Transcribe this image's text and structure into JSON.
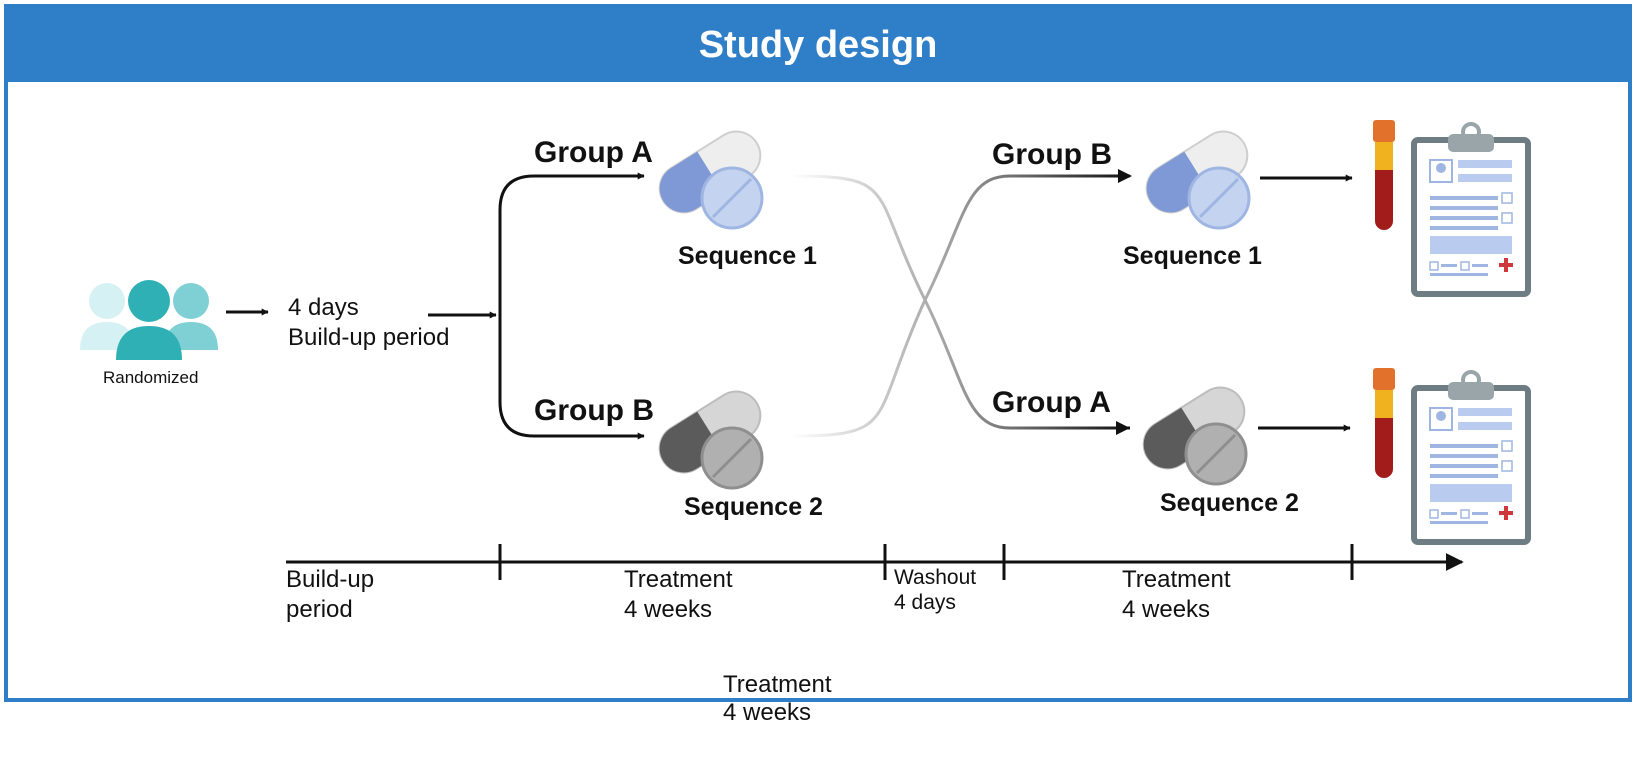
{
  "title": "Study design",
  "participants": {
    "label": "Randomized"
  },
  "buildup": {
    "line1": "4 days",
    "line2": "Build-up period"
  },
  "arms": {
    "top_first": {
      "group": "Group A",
      "sequence": "Sequence 1"
    },
    "bottom_first": {
      "group": "Group B",
      "sequence": "Sequence 2"
    },
    "top_second": {
      "group": "Group B",
      "sequence": "Sequence 1"
    },
    "bottom_second": {
      "group": "Group A",
      "sequence": "Sequence 2"
    }
  },
  "timeline": [
    {
      "line1": "Build-up",
      "line2": "period"
    },
    {
      "line1": "Treatment",
      "line2": "4 weeks"
    },
    {
      "line1": "Washout",
      "line2": "4 days"
    },
    {
      "line1": "Treatment",
      "line2": "4 weeks"
    }
  ],
  "below": {
    "line1": "Treatment",
    "line2": "4 weeks"
  },
  "colors": {
    "header": "#2f7ec8",
    "pill_blue": "#7f98d6",
    "pill_dark": "#5b5b5b",
    "teal": "#2fb0b5",
    "blood": "#a31c1c",
    "tube_cap": "#e2722b",
    "clipboard_border": "#6e7d84"
  },
  "icons": [
    "people-icon",
    "pill-blue-icon",
    "pill-gray-icon",
    "blood-tube-icon",
    "clipboard-icon"
  ]
}
